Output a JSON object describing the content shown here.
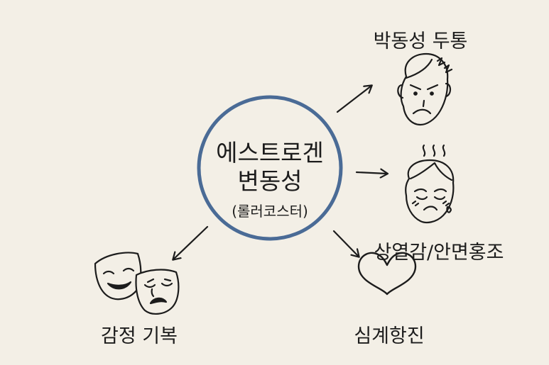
{
  "center": {
    "line1": "에스트로겐",
    "line2": "변동성",
    "sub": "(롤러코스터)",
    "ring_color": "#4a6b96"
  },
  "nodes": {
    "headache": {
      "label": "박동성 두통",
      "icon": "headache-face-icon"
    },
    "hot_flash": {
      "label": "상열감/안면홍조",
      "icon": "flushed-face-icon"
    },
    "palpitation": {
      "label": "심계항진",
      "icon": "heart-icon"
    },
    "mood": {
      "label": "감정 기복",
      "icon": "theater-masks-icon"
    }
  },
  "colors": {
    "background": "#f3efe6",
    "ink": "#1c1c1c"
  }
}
